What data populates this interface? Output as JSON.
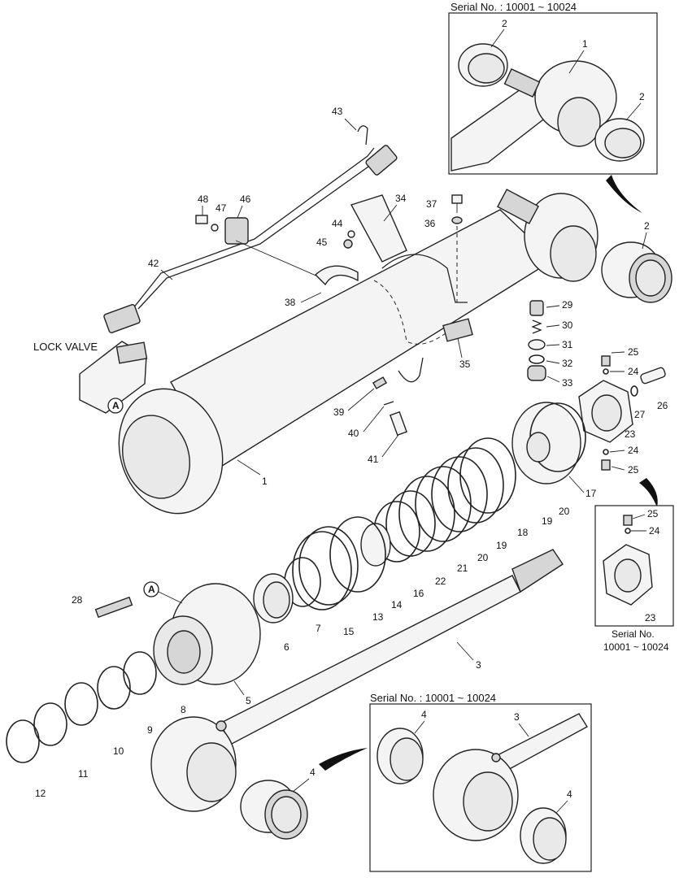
{
  "inset_top": {
    "serial": "Serial No. : 10001 ~ 10024"
  },
  "inset_right": {
    "serial_line1": "Serial No.",
    "serial_line2": "10001 ~ 10024"
  },
  "inset_bottom": {
    "serial": "Serial No. : 10001 ~ 10024"
  },
  "lock_valve_label": "LOCK VALVE",
  "callout_a": "A",
  "part_numbers": {
    "p1": "1",
    "p2": "2",
    "p3": "3",
    "p4": "4",
    "p5": "5",
    "p6": "6",
    "p7": "7",
    "p8": "8",
    "p9": "9",
    "p10": "10",
    "p11": "11",
    "p12": "12",
    "p13": "13",
    "p14": "14",
    "p15": "15",
    "p16": "16",
    "p17": "17",
    "p18": "18",
    "p19": "19",
    "p20": "20",
    "p21": "21",
    "p22": "22",
    "p23": "23",
    "p24": "24",
    "p25": "25",
    "p26": "26",
    "p27": "27",
    "p28": "28",
    "p29": "29",
    "p30": "30",
    "p31": "31",
    "p32": "32",
    "p33": "33",
    "p34": "34",
    "p35": "35",
    "p36": "36",
    "p37": "37",
    "p38": "38",
    "p39": "39",
    "p40": "40",
    "p41": "41",
    "p42": "42",
    "p43": "43",
    "p44": "44",
    "p45": "45",
    "p46": "46",
    "p47": "47",
    "p48": "48"
  }
}
